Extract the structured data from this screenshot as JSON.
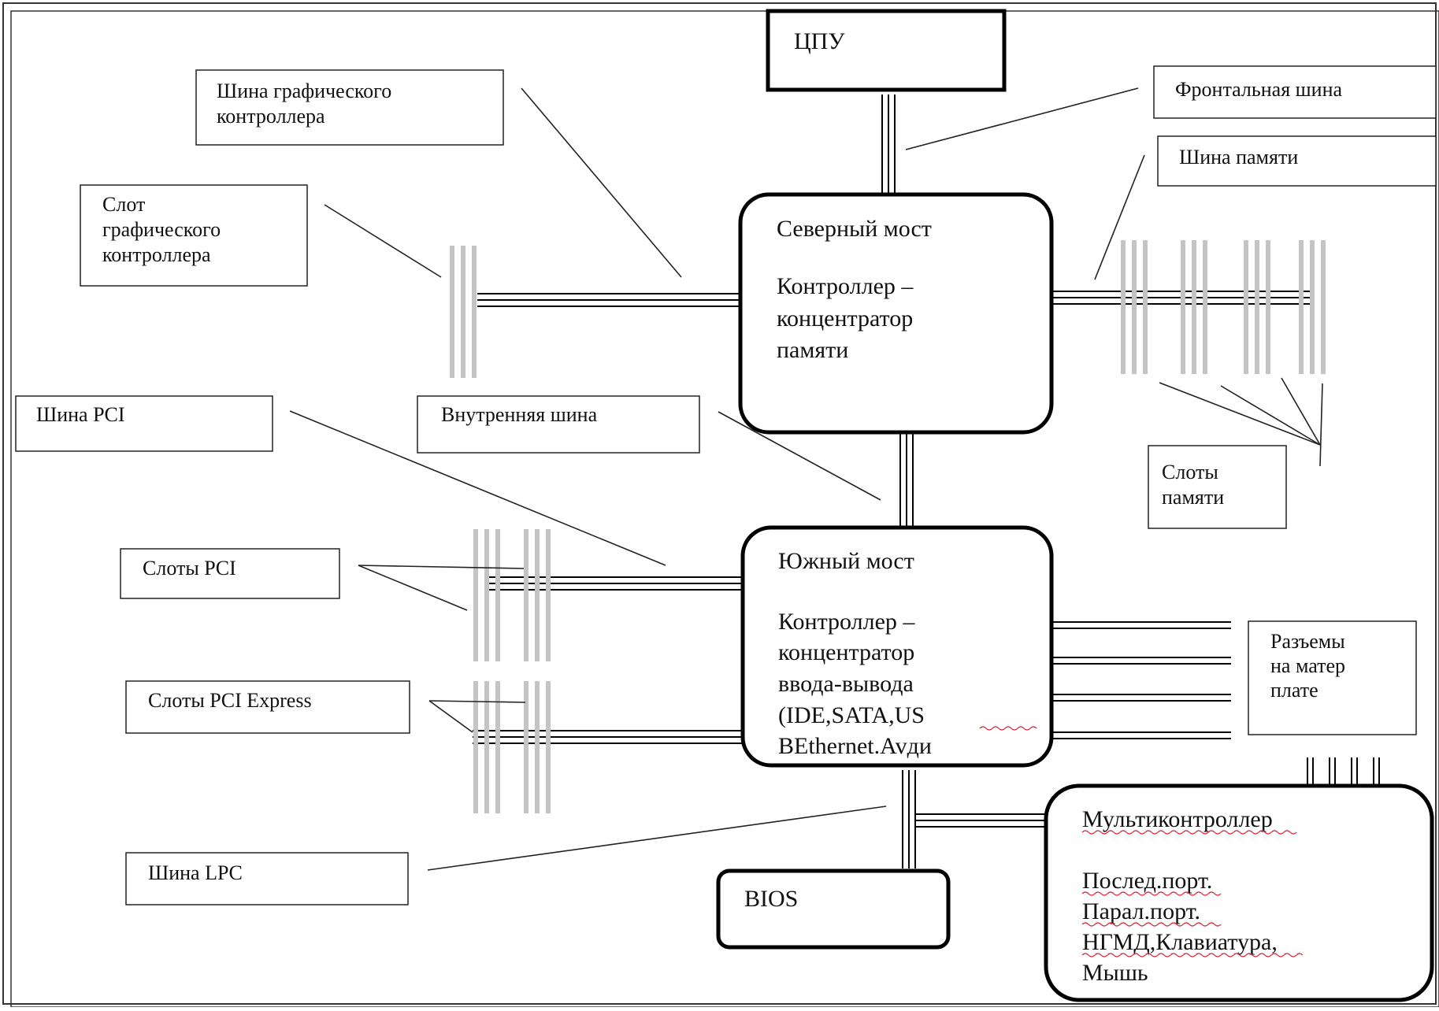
{
  "cpu": {
    "label": "ЦПУ"
  },
  "labels": {
    "graphics_bus": [
      "Шина графического",
      "контроллера"
    ],
    "front_bus": "Фронтальная шина",
    "memory_bus": "Шина памяти",
    "graphics_slot": [
      "Слот",
      "графического",
      "контроллера"
    ],
    "pci_bus": "Шина PCI",
    "internal_bus": "Внутренняя шина",
    "memory_slots": [
      "Слоты",
      "памяти"
    ],
    "pci_slots": "Слоты PCI",
    "pcie_slots": "Слоты PCI Express",
    "motherboard_connectors": [
      "Разъемы",
      "на матер",
      "плате"
    ],
    "lpc_bus": "Шина LPC"
  },
  "north_bridge": {
    "title": "Северный мост",
    "lines": [
      "Контроллер –",
      "концентратор",
      "памяти"
    ]
  },
  "south_bridge": {
    "title": "Южный мост",
    "lines": [
      "Контроллер –",
      "концентратор",
      "ввода-вывода",
      "(IDE,SATA,US",
      "BEthernet.Avди"
    ]
  },
  "bios": {
    "label": "BIOS"
  },
  "multicontroller": {
    "title": "Мультиконтроллер",
    "lines": [
      "Послед.порт.",
      "Парал.порт.",
      "НГМД,Клавиатура,",
      "Мышь"
    ]
  }
}
